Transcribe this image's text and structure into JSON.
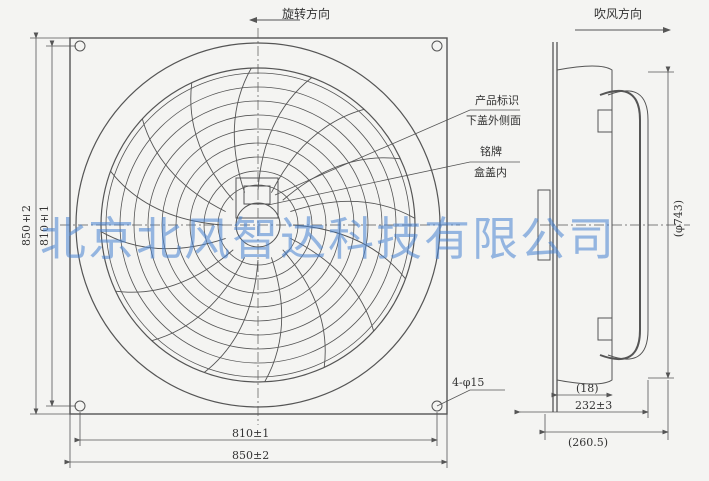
{
  "front_view": {
    "rotation_label": "旋转方向",
    "dim_inner_h": "810±1",
    "dim_outer_h": "850±2",
    "dim_inner_v": "810±1",
    "dim_outer_v": "850±2",
    "hole_label": "4-φ15",
    "note_product_id_1": "产品标识",
    "note_product_id_2": "下盖外侧面",
    "note_nameplate_1": "铭牌",
    "note_nameplate_2": "盒盖内"
  },
  "side_view": {
    "airflow_label": "吹风方向",
    "dim_flange": "(18)",
    "dim_depth": "232±3",
    "dim_total": "(260.5)",
    "dim_diameter": "(φ743)"
  },
  "watermark": "北京北风智达科技有限公司",
  "colors": {
    "line": "#555555",
    "watermark": "#4682d2",
    "background": "#f4f4f2"
  }
}
